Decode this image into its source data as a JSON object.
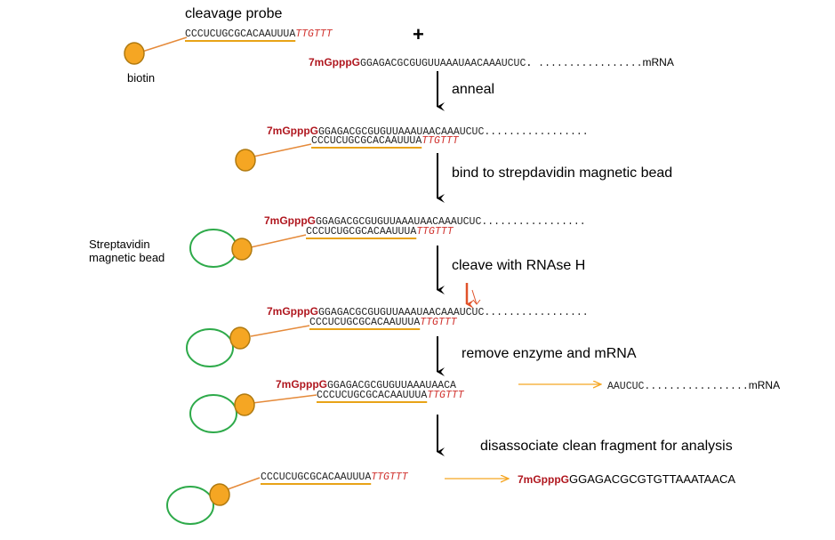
{
  "title": "cleavage probe",
  "plus": "+",
  "labels": {
    "biotin": "biotin",
    "bead_line1": "Streptavidin",
    "bead_line2": "magnetic bead"
  },
  "probe": {
    "rna": "CCCUCUGCGCACAAUUUA",
    "dna": "TTGTTT"
  },
  "mrna": {
    "cap": "7mGpppG",
    "seq": "GGAGACGCGUGUUAAAUAACAAAUCUC",
    "dots": ".................",
    "first_dot": ".",
    "label": "mRNA"
  },
  "steps": [
    "anneal",
    "bind to strepdavidin magnetic bead",
    "cleave with RNAse H",
    "remove enzyme and mRNA",
    "disassociate clean fragment for analysis"
  ],
  "cleaved": {
    "fragment": "GGAGACGCGUGUUAAAUAACA",
    "remainder": "AAUCUC",
    "remainder_dots": ".................",
    "remainder_label": "mRNA"
  },
  "final_fragment": {
    "cap": "7mGpppG",
    "seq": "GGAGACGCGTGTTAAATAACA"
  },
  "colors": {
    "cap_red": "#b0171f",
    "dna_red": "#d0312d",
    "probe_underline": "#e8a317",
    "biotin_fill": "#f5a623",
    "biotin_stroke": "#b07a10",
    "bead_green": "#2eaa4a",
    "tether_orange": "#e58a3a",
    "release_arrow": "#f5a623",
    "cleave_arrow": "#e0522a",
    "flow_arrow": "#000000"
  }
}
